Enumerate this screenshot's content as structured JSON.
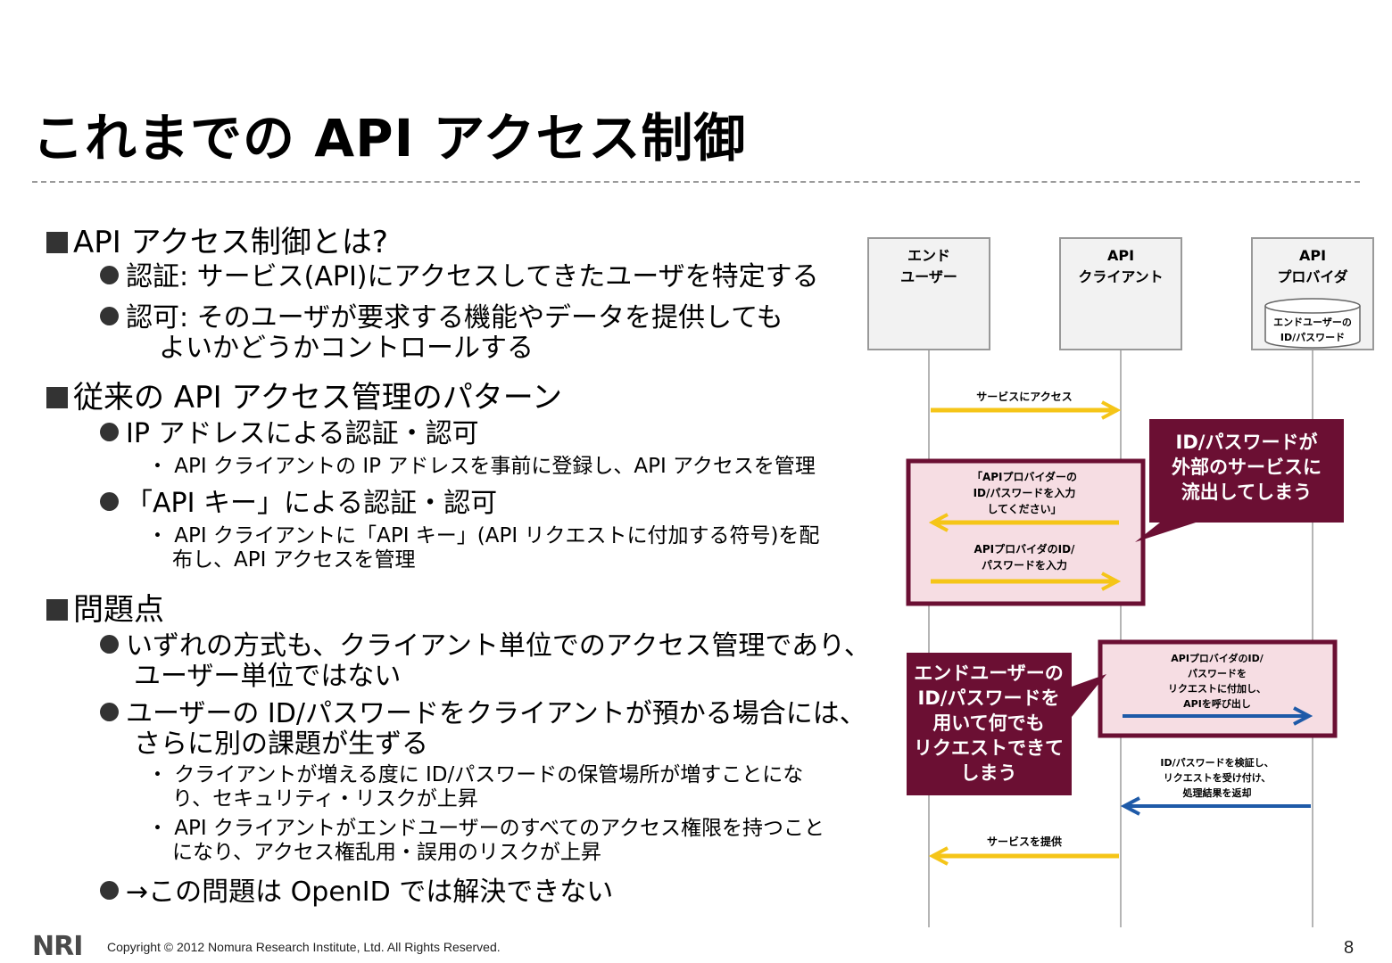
{
  "title": "これまでの API アクセス制御",
  "bullets": {
    "b1": "API アクセス制御とは?",
    "b1_1": "認証: サービス(API)にアクセスしてきたユーザを特定する",
    "b1_2a": "認可: そのユーザが要求する機能やデータを提供しても",
    "b1_2b": "よいかどうかコントロールする",
    "b2": "従来の API アクセス管理のパターン",
    "b2_1": "IP アドレスによる認証・認可",
    "b2_1_1": "・ API クライアントの IP アドレスを事前に登録し、API アクセスを管理",
    "b2_2": "「API キー」による認証・認可",
    "b2_2_1a": "・ API クライアントに「API キー」(API リクエストに付加する符号)を配",
    "b2_2_1b": "布し、API アクセスを管理",
    "b3": "問題点",
    "b3_1a": "いずれの方式も、クライアント単位でのアクセス管理であり、",
    "b3_1b": "ユーザー単位ではない",
    "b3_2a": "ユーザーの ID/パスワードをクライアントが預かる場合には、",
    "b3_2b": "さらに別の課題が生ずる",
    "b3_2_1a": "・ クライアントが増える度に ID/パスワードの保管場所が増すことにな",
    "b3_2_1b": "り、セキュリティ・リスクが上昇",
    "b3_2_2a": "・ API クライアントがエンドユーザーのすべてのアクセス権限を持つこと",
    "b3_2_2b": "になり、アクセス権乱用・誤用のリスクが上昇",
    "b3_3": "→この問題は OpenID では解決できない"
  },
  "diagram": {
    "actors": {
      "end_user_1": "エンド",
      "end_user_2": "ユーザー",
      "client_1": "API",
      "client_2": "クライアント",
      "provider_1": "API",
      "provider_2": "プロバイダ",
      "db_1": "エンドユーザーの",
      "db_2": "ID/パスワード"
    },
    "messages": {
      "m1": "サービスにアクセス",
      "m2a": "「APIプロバイダーの",
      "m2b": "ID/パスワードを入力",
      "m2c": "してください」",
      "m3a": "APIプロバイダのID/",
      "m3b": "パスワードを入力",
      "m4a": "APIプロバイダのID/",
      "m4b": "パスワードを",
      "m4c": "リクエストに付加し、",
      "m4d": "APIを呼び出し",
      "m5a": "ID/パスワードを検証し、",
      "m5b": "リクエストを受け付け、",
      "m5c": "処理結果を返却",
      "m6": "サービスを提供"
    },
    "callouts": {
      "c1a": "ID/パスワードが",
      "c1b": "外部のサービスに",
      "c1c": "流出してしまう",
      "c2a": "エンドユーザーの",
      "c2b": "ID/パスワードを",
      "c2c": "用いて何でも",
      "c2d": "リクエストできて",
      "c2e": "しまう"
    },
    "colors": {
      "yellow_arrow": "#f5c518",
      "blue_arrow": "#1e5aa8",
      "callout": "#6b0f33",
      "highlight_fill": "#f6dde3"
    }
  },
  "footer": {
    "logo": "NRI",
    "copyright": "Copyright © 2012 Nomura Research Institute, Ltd. All Rights Reserved.",
    "page": "8"
  }
}
